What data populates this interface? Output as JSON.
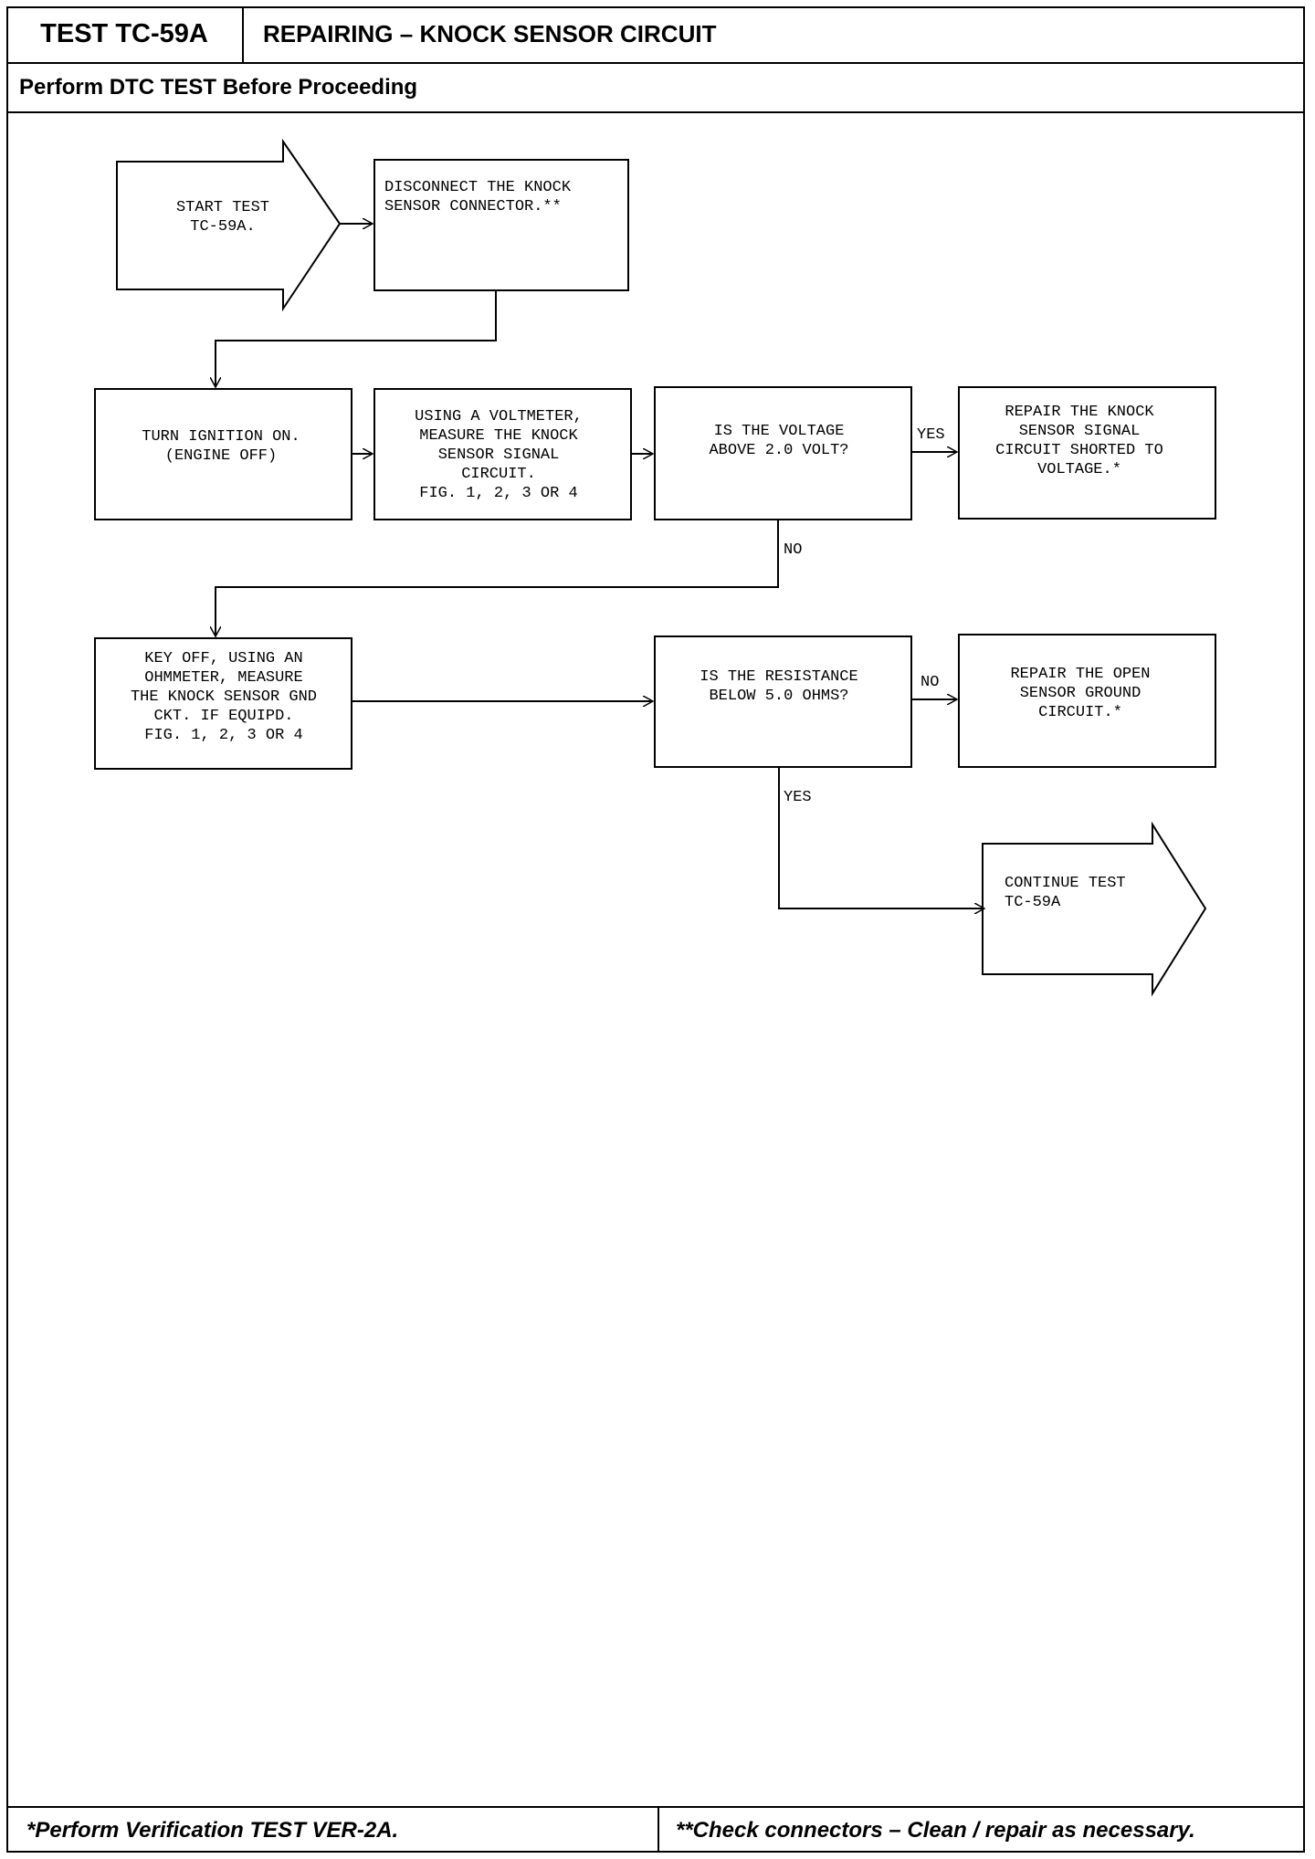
{
  "header": {
    "test_id": "TEST TC-59A",
    "title": "REPAIRING – KNOCK SENSOR CIRCUIT",
    "subtitle": "Perform DTC TEST Before Proceeding"
  },
  "flow": {
    "start": [
      "START TEST",
      "TC-59A."
    ],
    "disconnect": [
      "DISCONNECT THE KNOCK",
      "SENSOR CONNECTOR.**"
    ],
    "ignition": [
      "TURN IGNITION ON.",
      "(ENGINE OFF)"
    ],
    "voltmeter": [
      "USING A VOLTMETER,",
      "MEASURE THE KNOCK",
      "SENSOR SIGNAL",
      "CIRCUIT.",
      "FIG. 1, 2, 3 OR 4"
    ],
    "voltage_q": [
      "IS THE VOLTAGE",
      "ABOVE 2.0 VOLT?"
    ],
    "repair_short": [
      "REPAIR THE KNOCK",
      "SENSOR SIGNAL",
      "CIRCUIT SHORTED TO",
      "VOLTAGE.*"
    ],
    "ohmmeter": [
      "KEY OFF, USING AN",
      "OHMMETER, MEASURE",
      "THE KNOCK SENSOR GND",
      "CKT. IF EQUIPD.",
      "FIG. 1, 2, 3 OR 4"
    ],
    "resistance_q": [
      "IS THE RESISTANCE",
      "BELOW 5.0 OHMS?"
    ],
    "repair_open": [
      "REPAIR THE OPEN",
      "SENSOR GROUND",
      "CIRCUIT.*"
    ],
    "continue": [
      "CONTINUE TEST",
      "TC-59A"
    ],
    "labels": {
      "yes1": "YES",
      "no1": "NO",
      "no2": "NO",
      "yes2": "YES"
    }
  },
  "footer": {
    "left": "*Perform Verification TEST VER-2A.",
    "right": "**Check connectors – Clean / repair as necessary."
  }
}
